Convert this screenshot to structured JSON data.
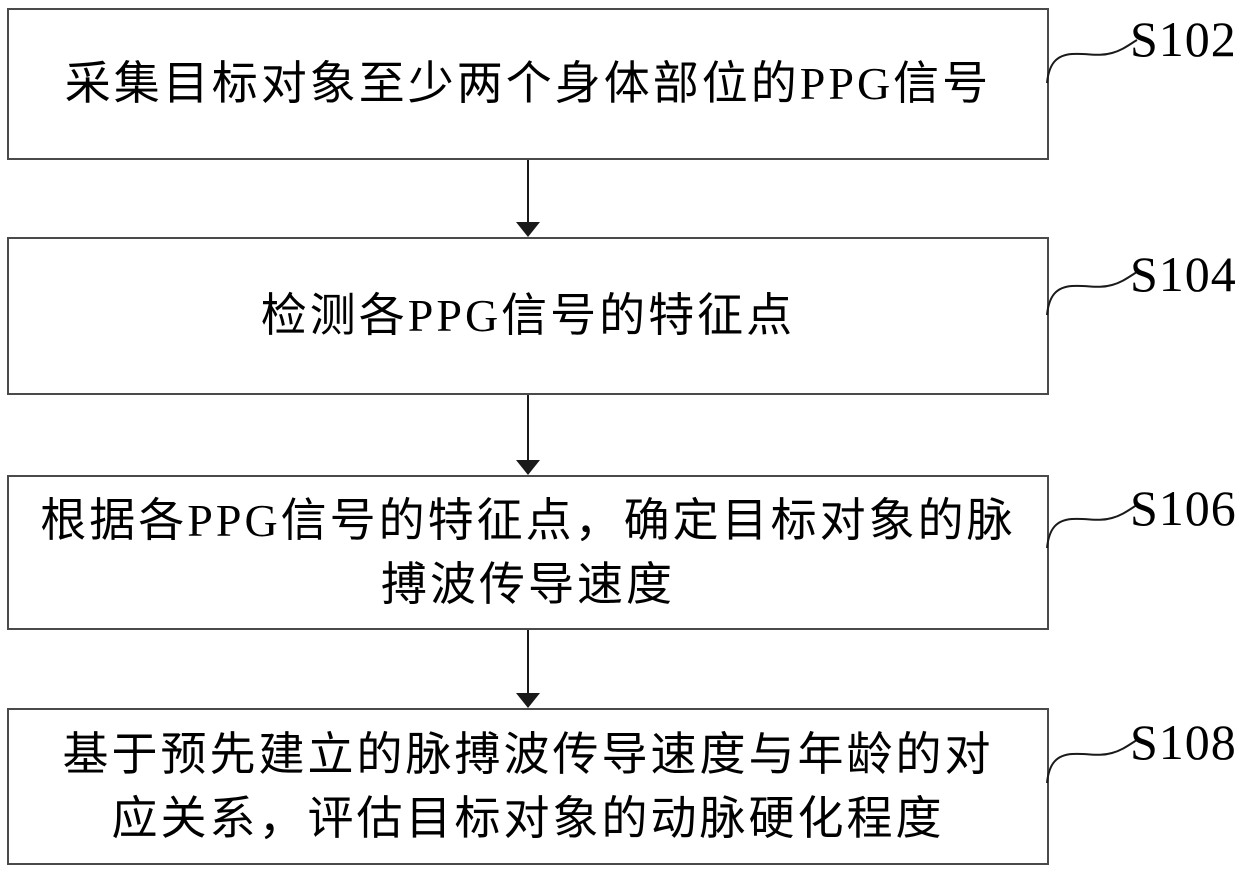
{
  "figure": {
    "background": "#ffffff",
    "box_border_color": "#4a4a4a",
    "arrow_color": "#1a1a1a",
    "text_color": "#000000"
  },
  "flowchart": {
    "steps": [
      {
        "label": "S102",
        "lines": [
          "采集目标对象至少两个身体部位的PPG信号"
        ]
      },
      {
        "label": "S104",
        "lines": [
          "检测各PPG信号的特征点"
        ]
      },
      {
        "label": "S106",
        "lines": [
          "根据各PPG信号的特征点，确定目标对象的脉",
          "搏波传导速度"
        ]
      },
      {
        "label": "S108",
        "lines": [
          "基于预先建立的脉搏波传导速度与年龄的对",
          "应关系，评估目标对象的动脉硬化程度"
        ]
      }
    ]
  }
}
